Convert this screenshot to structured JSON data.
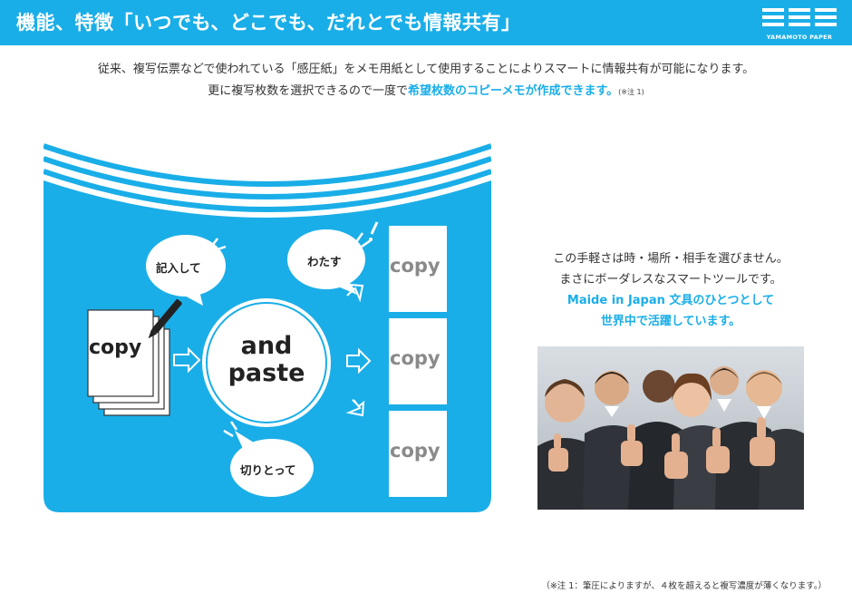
{
  "header": {
    "title": "機能、特徴「いつでも、どこでも、だれとでも情報共有」",
    "logo_text": "YAMAMOTO PAPER"
  },
  "intro": {
    "line1": "従来、複写伝票などで使われている「感圧紙」をメモ用紙として使用することによりスマートに情報共有が可能になります。",
    "line2_prefix": "更に複写枚数を選択できるので一度で",
    "line2_highlight": "希望枚数のコピーメモが作成できます。",
    "line2_note": "(※注 1)"
  },
  "diagram": {
    "source_copy": "copy",
    "bubble_write": "記入して",
    "bubble_pass": "わたす",
    "bubble_tear": "切りとって",
    "paste_line1": "and",
    "paste_line2": "paste",
    "copies": [
      "copy",
      "copy",
      "copy"
    ]
  },
  "side": {
    "line1": "この手軽さは時・場所・相手を選びません。",
    "line2": "まさにボーダレスなスマートツールです。",
    "line3": "Maide in Japan 文具のひとつとして",
    "line4": "世界中で活躍しています。"
  },
  "footnote": "（※注 1：筆圧によりますが、４枚を超えると複写濃度が薄くなります。）",
  "colors": {
    "brand_blue": "#1aaee8",
    "white": "#ffffff",
    "copy_gray": "#8a8a8a"
  }
}
